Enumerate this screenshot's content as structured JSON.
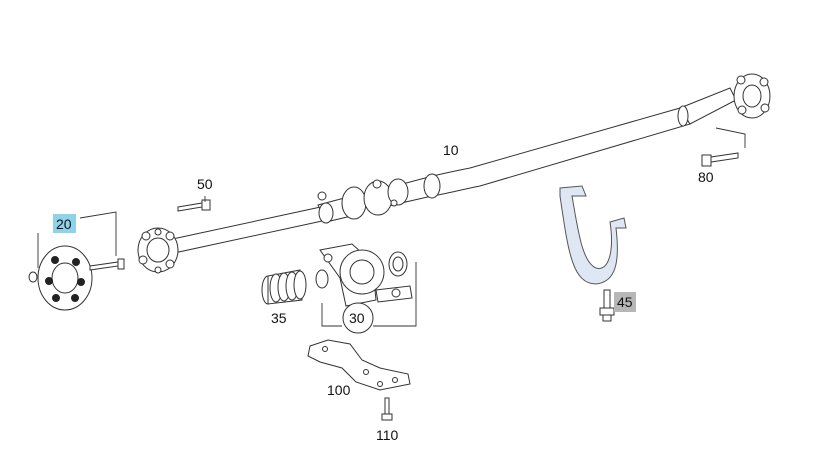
{
  "colors": {
    "highlight_fill": "#8fd3ea",
    "highlight_alt_fill": "#b7b7b7",
    "clamp_fill": "#dfe7f5",
    "stroke": "#333333"
  },
  "labels": {
    "shaft": "10",
    "flex_disc": "20",
    "bearing": "30",
    "boot": "35",
    "bolt_clamp": "45",
    "bolt_rear": "50",
    "bolt_front": "80",
    "bracket": "100",
    "bracket_bolt": "110"
  }
}
